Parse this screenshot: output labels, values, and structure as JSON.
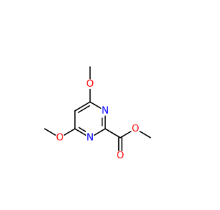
{
  "molecule": {
    "atom_labels": {
      "o_top": "O",
      "o_left": "O",
      "n_ring_right": "N",
      "n_ring_bottom": "N",
      "o_ester": "O",
      "o_carbonyl": "O"
    }
  },
  "colors": {
    "bond": "#000000",
    "oxygen": "#ff0000",
    "nitrogen": "#0000ff",
    "background": "#ffffff"
  }
}
